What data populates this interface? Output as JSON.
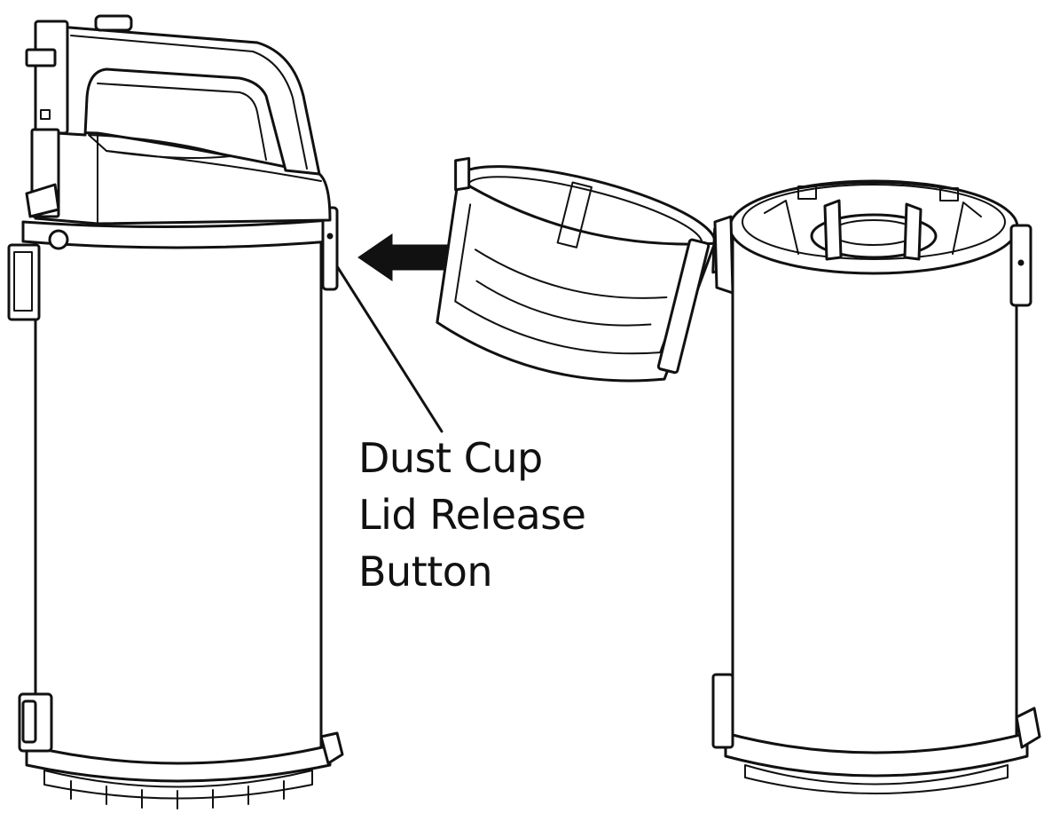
{
  "callout": {
    "line1": "Dust Cup",
    "line2": "Lid Release",
    "line3": "Button"
  },
  "colors": {
    "ink": "#111111",
    "background": "#ffffff"
  },
  "icons": [
    "arrow-left-icon"
  ]
}
